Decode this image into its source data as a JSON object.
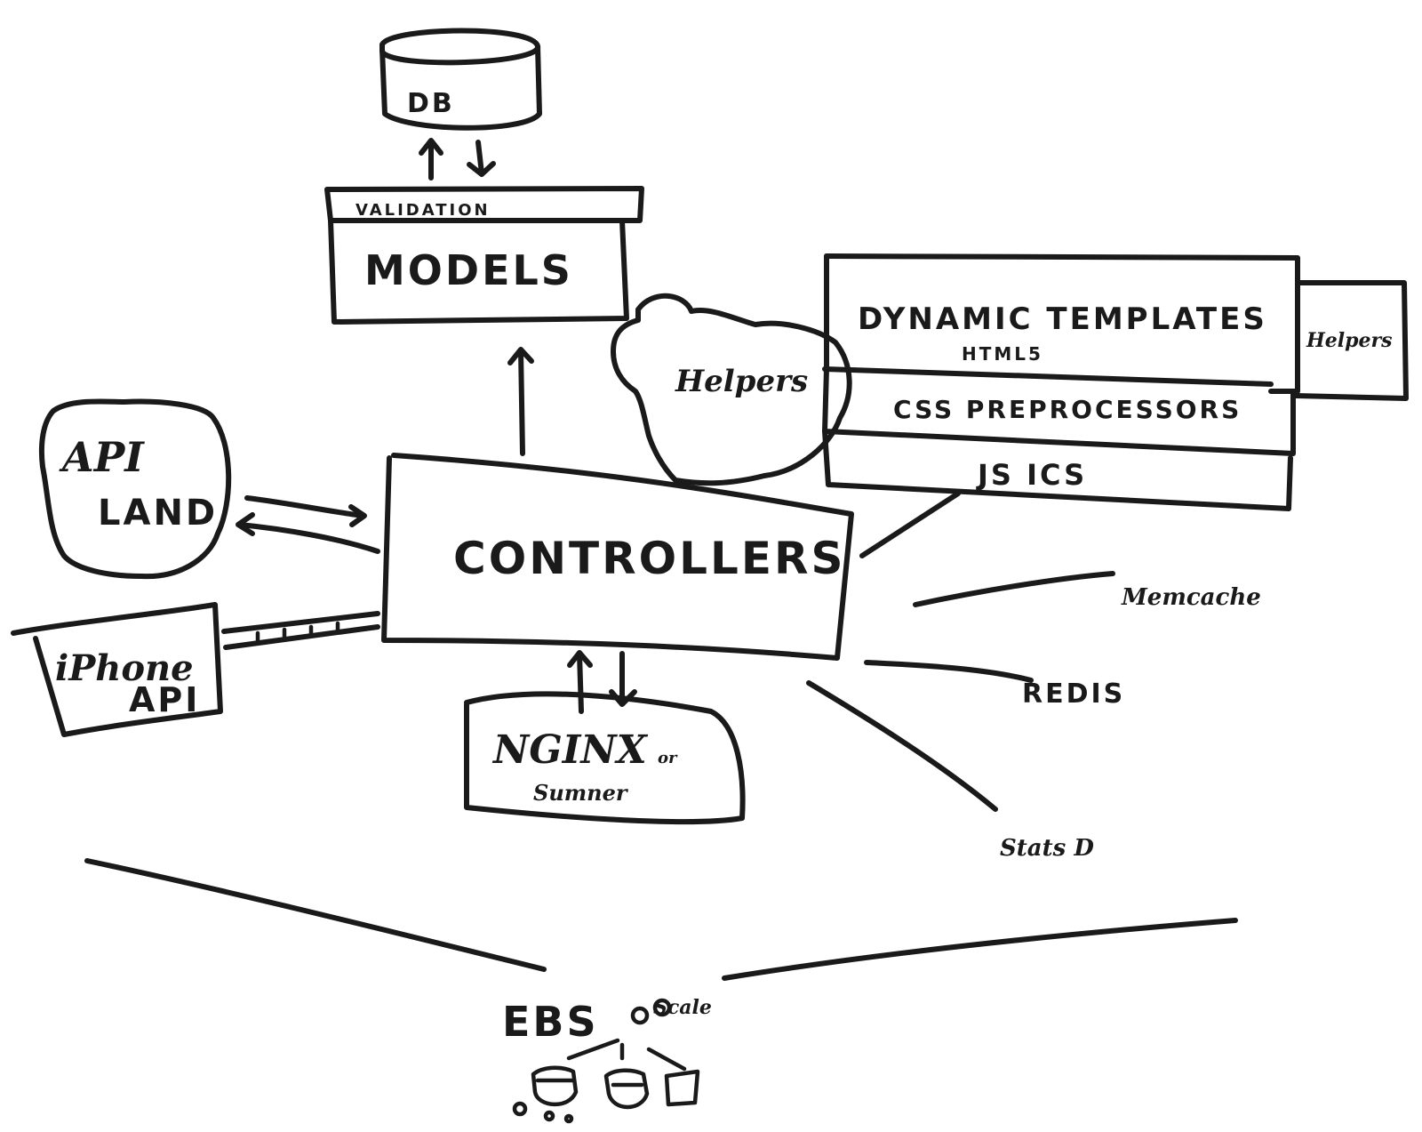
{
  "labels": {
    "db": "DB",
    "validation": "VALIDATION",
    "models": "MODELS",
    "helpers_cloud": "Helpers",
    "dynamic_templates": "DYNAMIC TEMPLATES",
    "html5": "HTML5",
    "helpers_box": "Helpers",
    "css_preprocessors": "CSS PREPROCESSORS",
    "js_ics": "JS ICS",
    "api_land_1": "API",
    "api_land_2": "LAND",
    "controllers": "CONTROLLERS",
    "iphone_api_1": "iPhone",
    "iphone_api_2": "API",
    "nginx_1": "NGINX",
    "nginx_2": "or",
    "nginx_3": "Sumner",
    "memcache": "Memcache",
    "redis": "REDIS",
    "stats": "Stats D",
    "ebs": "EBS",
    "scale": "Scale"
  }
}
